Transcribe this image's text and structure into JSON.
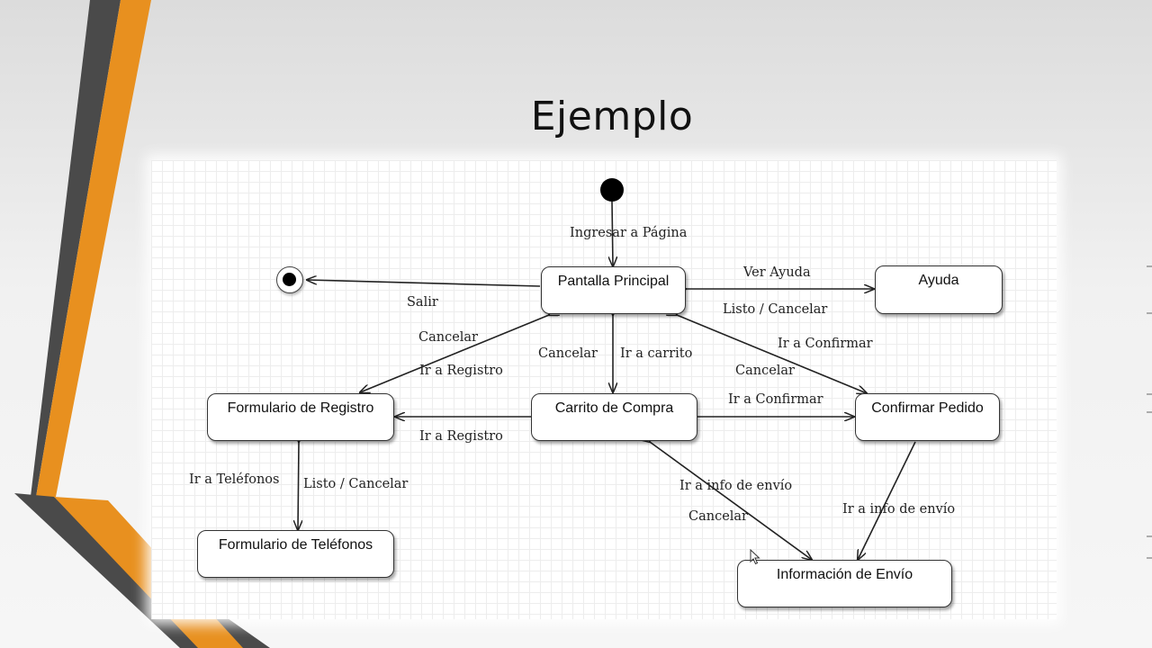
{
  "slide": {
    "title": "Ejemplo",
    "accent_color": "#e8901f",
    "dark_stripe_color": "#4a4a4a"
  },
  "diagram": {
    "states": {
      "pantalla_principal": "Pantalla Principal",
      "ayuda": "Ayuda",
      "formulario_registro": "Formulario de Registro",
      "carrito_compra": "Carrito de Compra",
      "confirmar_pedido": "Confirmar Pedido",
      "formulario_telefonos": "Formulario de Teléfonos",
      "informacion_envio": "Información de Envío"
    },
    "transitions": {
      "ingresar": "Ingresar a Página",
      "salir": "Salir",
      "ver_ayuda": "Ver Ayuda",
      "listo_cancelar_ayuda": "Listo  /  Cancelar",
      "cancelar_registro": "Cancelar",
      "ir_registro_1": "Ir a Registro",
      "cancelar_carrito": "Cancelar",
      "ir_carrito": "Ir a carrito",
      "ir_confirmar_1": "Ir a Confirmar",
      "cancelar_confirmar": "Cancelar",
      "ir_registro_2": "Ir a Registro",
      "ir_confirmar_2": "Ir a Confirmar",
      "ir_telefonos": "Ir a Teléfonos",
      "listo_cancelar_tel": "Listo  /  Cancelar",
      "ir_info_envio_1": "Ir a info de envío",
      "cancelar_envio": "Cancelar",
      "ir_info_envio_2": "Ir a info de envío"
    }
  }
}
